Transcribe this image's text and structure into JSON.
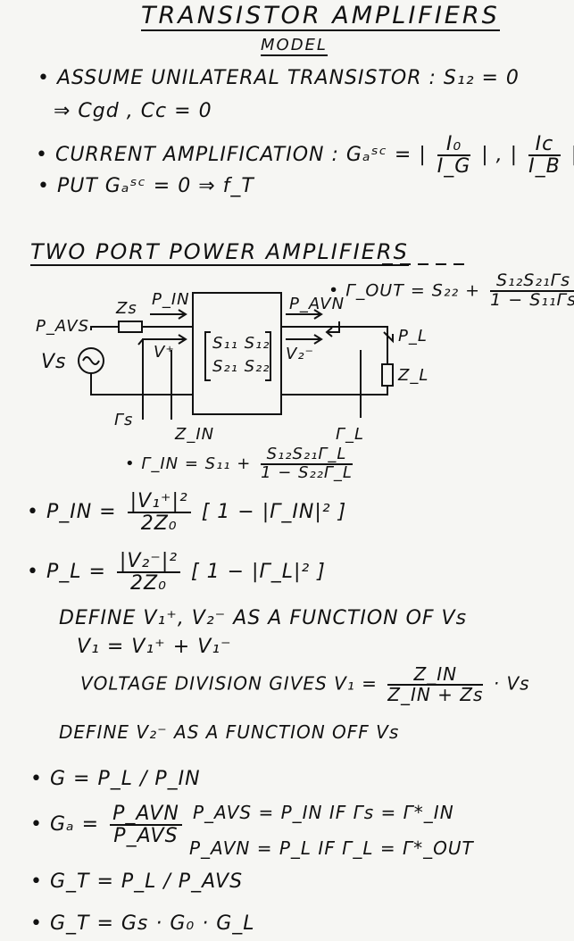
{
  "title": "TRANSISTOR AMPLIFIERS",
  "subtitle": "MODEL",
  "model_lines": {
    "assume": "• ASSUME UNILATERAL TRANSISTOR : S₁₂ = 0",
    "implies": "⇒ Cgd , Cc = 0",
    "current_prefix": "• CURRENT AMPLIFICATION : Gₐˢᶜ = |",
    "current_num1": "I₀",
    "current_den1": "I_G",
    "current_mid": "| , |",
    "current_num2": "Ic",
    "current_den2": "I_B",
    "current_suffix": "|",
    "put": "• PUT    Gₐˢᶜ = 0  ⇒  f_T"
  },
  "section_title": "TWO PORT POWER AMPLIFIERS",
  "diagram": {
    "gamma_out_prefix": "• Γ_OUT = S₂₂ +",
    "gamma_out_num": "S₁₂S₂₁Γs",
    "gamma_out_den": "1 − S₁₁Γs",
    "p_avs": "P_AVS",
    "vs": "Vs",
    "zs": "Zs",
    "p_in": "P_IN",
    "v_plus": "V⁺",
    "matrix_row1": "S₁₁ S₁₂",
    "matrix_row2": "S₂₁ S₂₂",
    "p_avn": "P_AVN",
    "v2_minus": "V₂⁻",
    "pl": "P_L",
    "zl": "Z_L",
    "gamma_s": "Γs",
    "z_in": "Z_IN",
    "gamma_l": "Γ_L",
    "gamma_in_prefix": "• Γ_IN = S₁₁ +",
    "gamma_in_num": "S₁₂S₂₁Γ_L",
    "gamma_in_den": "1 − S₂₂Γ_L"
  },
  "equations": {
    "p_in_prefix": "• P_IN =",
    "p_in_num": "|V₁⁺|²",
    "p_in_den": "2Z₀",
    "p_in_suffix": "[ 1 − |Γ_IN|² ]",
    "p_l_prefix": "• P_L =",
    "p_l_num": "|V₂⁻|²",
    "p_l_den": "2Z₀",
    "p_l_suffix": "[ 1 − |Γ_L|² ]",
    "define1": "DEFINE  V₁⁺, V₂⁻  AS A FUNCTION OF  Vs",
    "v1_sum": "V₁ = V₁⁺ + V₁⁻",
    "voltage_div_prefix": "VOLTAGE DIVISION GIVES  V₁ =",
    "voltage_div_num": "Z_IN",
    "voltage_div_den": "Z_IN + Zs",
    "voltage_div_suffix": "· Vs",
    "define2": "DEFINE V₂⁻ AS A FUNCTION OFF Vs",
    "g": "• G = P_L / P_IN",
    "ga_prefix": "• Gₐ =",
    "ga_num": "P_AVN",
    "ga_den": "P_AVS",
    "cond1": "P_AVS = P_IN  IF  Γs = Γ*_IN",
    "cond2": "P_AVN = P_L  IF  Γ_L = Γ*_OUT",
    "gt": "• G_T = P_L / P_AVS",
    "gt_product": "• G_T = Gs · G₀ · G_L"
  }
}
